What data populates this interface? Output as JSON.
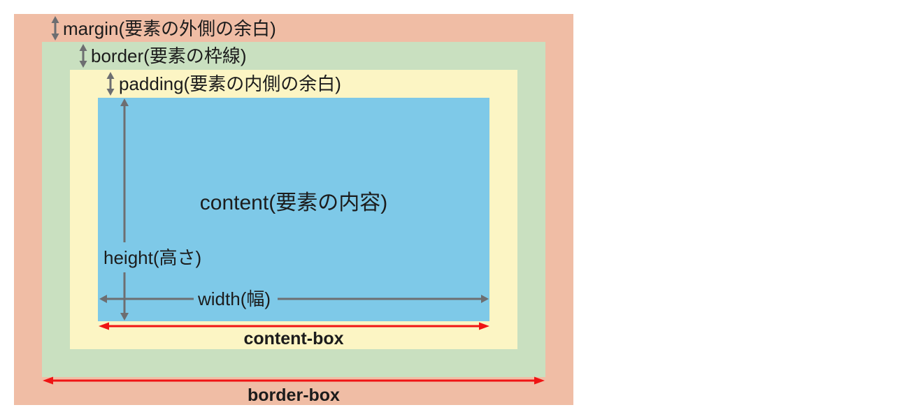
{
  "diagram": {
    "labels": {
      "margin": "margin(要素の外側の余白)",
      "border": "border(要素の枠線)",
      "padding": "padding(要素の内側の余白)",
      "content": "content(要素の内容)",
      "height": "height(高さ)",
      "width": "width(幅)",
      "content_box": "content-box",
      "border_box": "border-box"
    },
    "colors": {
      "margin_fill": "#f0bda5",
      "border_fill": "#c9e0c0",
      "padding_fill": "#fcf5c4",
      "content_fill": "#7ec9e8",
      "arrow_gray": "#6d6e71",
      "arrow_red": "#ef1414",
      "text_color": "#1c1c1c",
      "canvas_bg": "#ffffff"
    }
  }
}
